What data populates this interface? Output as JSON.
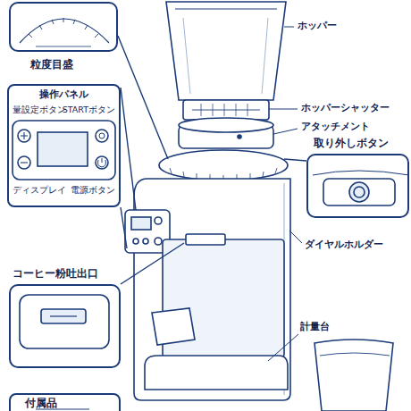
{
  "diagram": {
    "nodes": [
      {
        "text": [
          "粒度目盛"
        ]
      },
      {
        "text": [
          "操作パネル",
          "量設定ボタン",
          "STARTボタン",
          "ディスプレイ",
          "電源ボタン"
        ]
      },
      {
        "text": [
          "取り外しボタン"
        ]
      },
      {
        "text": [
          "コーヒー粉吐出口"
        ]
      },
      {
        "text": [
          "付属品"
        ]
      }
    ],
    "labels": [
      "ホッパー",
      "ホッパーシャッター",
      "アタッチメント",
      "ダイヤルホルダー",
      "計量台"
    ]
  }
}
